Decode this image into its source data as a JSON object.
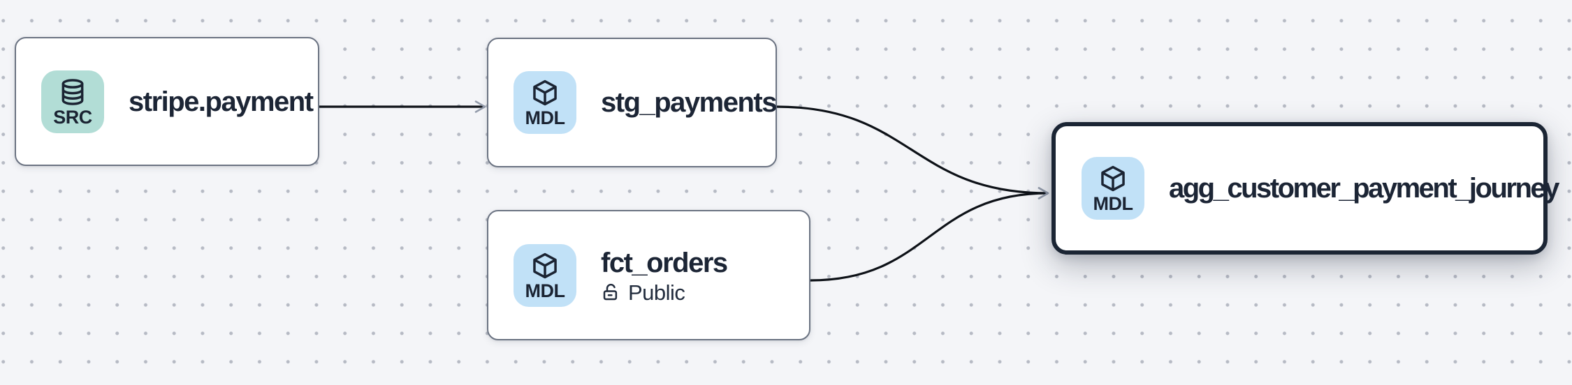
{
  "diagram": {
    "type": "data-lineage-graph",
    "background_color": "#f4f5f8",
    "dot_grid_color": "#b6bac4",
    "edge_color": "#0d1117",
    "arrowhead_color": "#949cab",
    "node_border_color": "#6b7382",
    "selected_node_border_color": "#1b2534",
    "source_badge_color": "#b2ddd6",
    "model_badge_color": "#c1e1f7"
  },
  "nodes": [
    {
      "id": "stripe.payment",
      "label": "stripe.payment",
      "badge": "SRC",
      "badge_icon": "database-icon",
      "selected": false
    },
    {
      "id": "stg_payments",
      "label": "stg_payments",
      "badge": "MDL",
      "badge_icon": "cube-icon",
      "selected": false
    },
    {
      "id": "fct_orders",
      "label": "fct_orders",
      "badge": "MDL",
      "badge_icon": "cube-icon",
      "access": "Public",
      "access_icon": "unlocked-padlock-icon",
      "selected": false
    },
    {
      "id": "agg_customer_payment_journey",
      "label": "agg_customer_payment_journey",
      "badge": "MDL",
      "badge_icon": "cube-icon",
      "selected": true
    }
  ],
  "edges": [
    {
      "from": "stripe.payment",
      "to": "stg_payments"
    },
    {
      "from": "stg_payments",
      "to": "agg_customer_payment_journey"
    },
    {
      "from": "fct_orders",
      "to": "agg_customer_payment_journey"
    }
  ]
}
